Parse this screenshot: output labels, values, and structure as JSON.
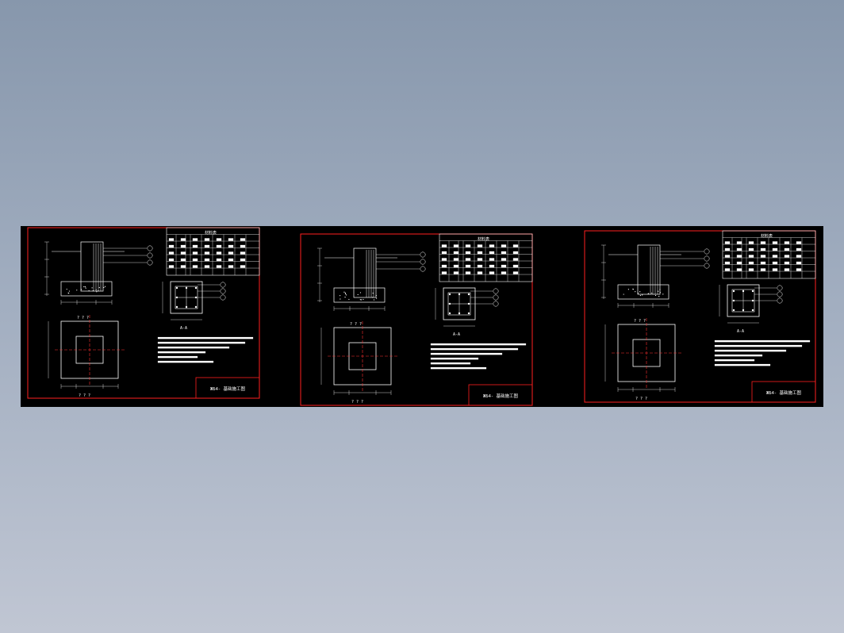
{
  "sheets": [
    {
      "title_block": "ЖБ4- 基础施工图",
      "section_label": "A-A",
      "plan_label": "? ? ?",
      "bottom_label": "? ? ?",
      "table_header": "材料表"
    },
    {
      "title_block": "ЖБ4- 基础施工图",
      "section_label": "A-A",
      "plan_label": "? ? ?",
      "bottom_label": "? ? ?",
      "table_header": "材料表"
    },
    {
      "title_block": "ЖБ4- 基础施工图",
      "section_label": "A-A",
      "plan_label": "? ? ?",
      "bottom_label": "? ? ?",
      "table_header": "材料表"
    }
  ],
  "colors": {
    "background_top": "#8797ac",
    "background_bottom": "#c0c6d3",
    "viewport": "#000000",
    "frame": "#ff2020",
    "lines": "#ffffff",
    "centerline": "#ff3030"
  },
  "icons": [
    "circle-callout-1",
    "circle-callout-2",
    "circle-callout-3"
  ]
}
